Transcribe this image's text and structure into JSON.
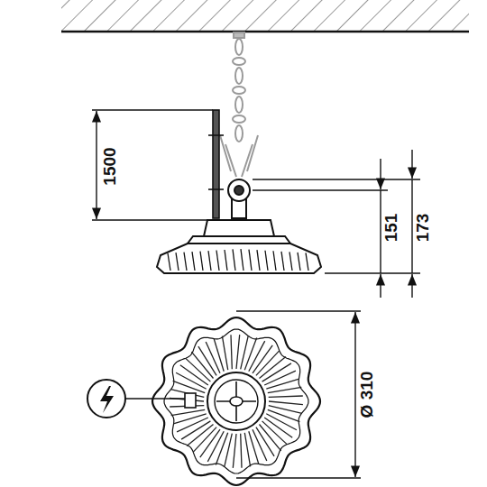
{
  "diagram": {
    "labels": [
      "1500",
      "151",
      "173",
      "Ø 310"
    ]
  }
}
